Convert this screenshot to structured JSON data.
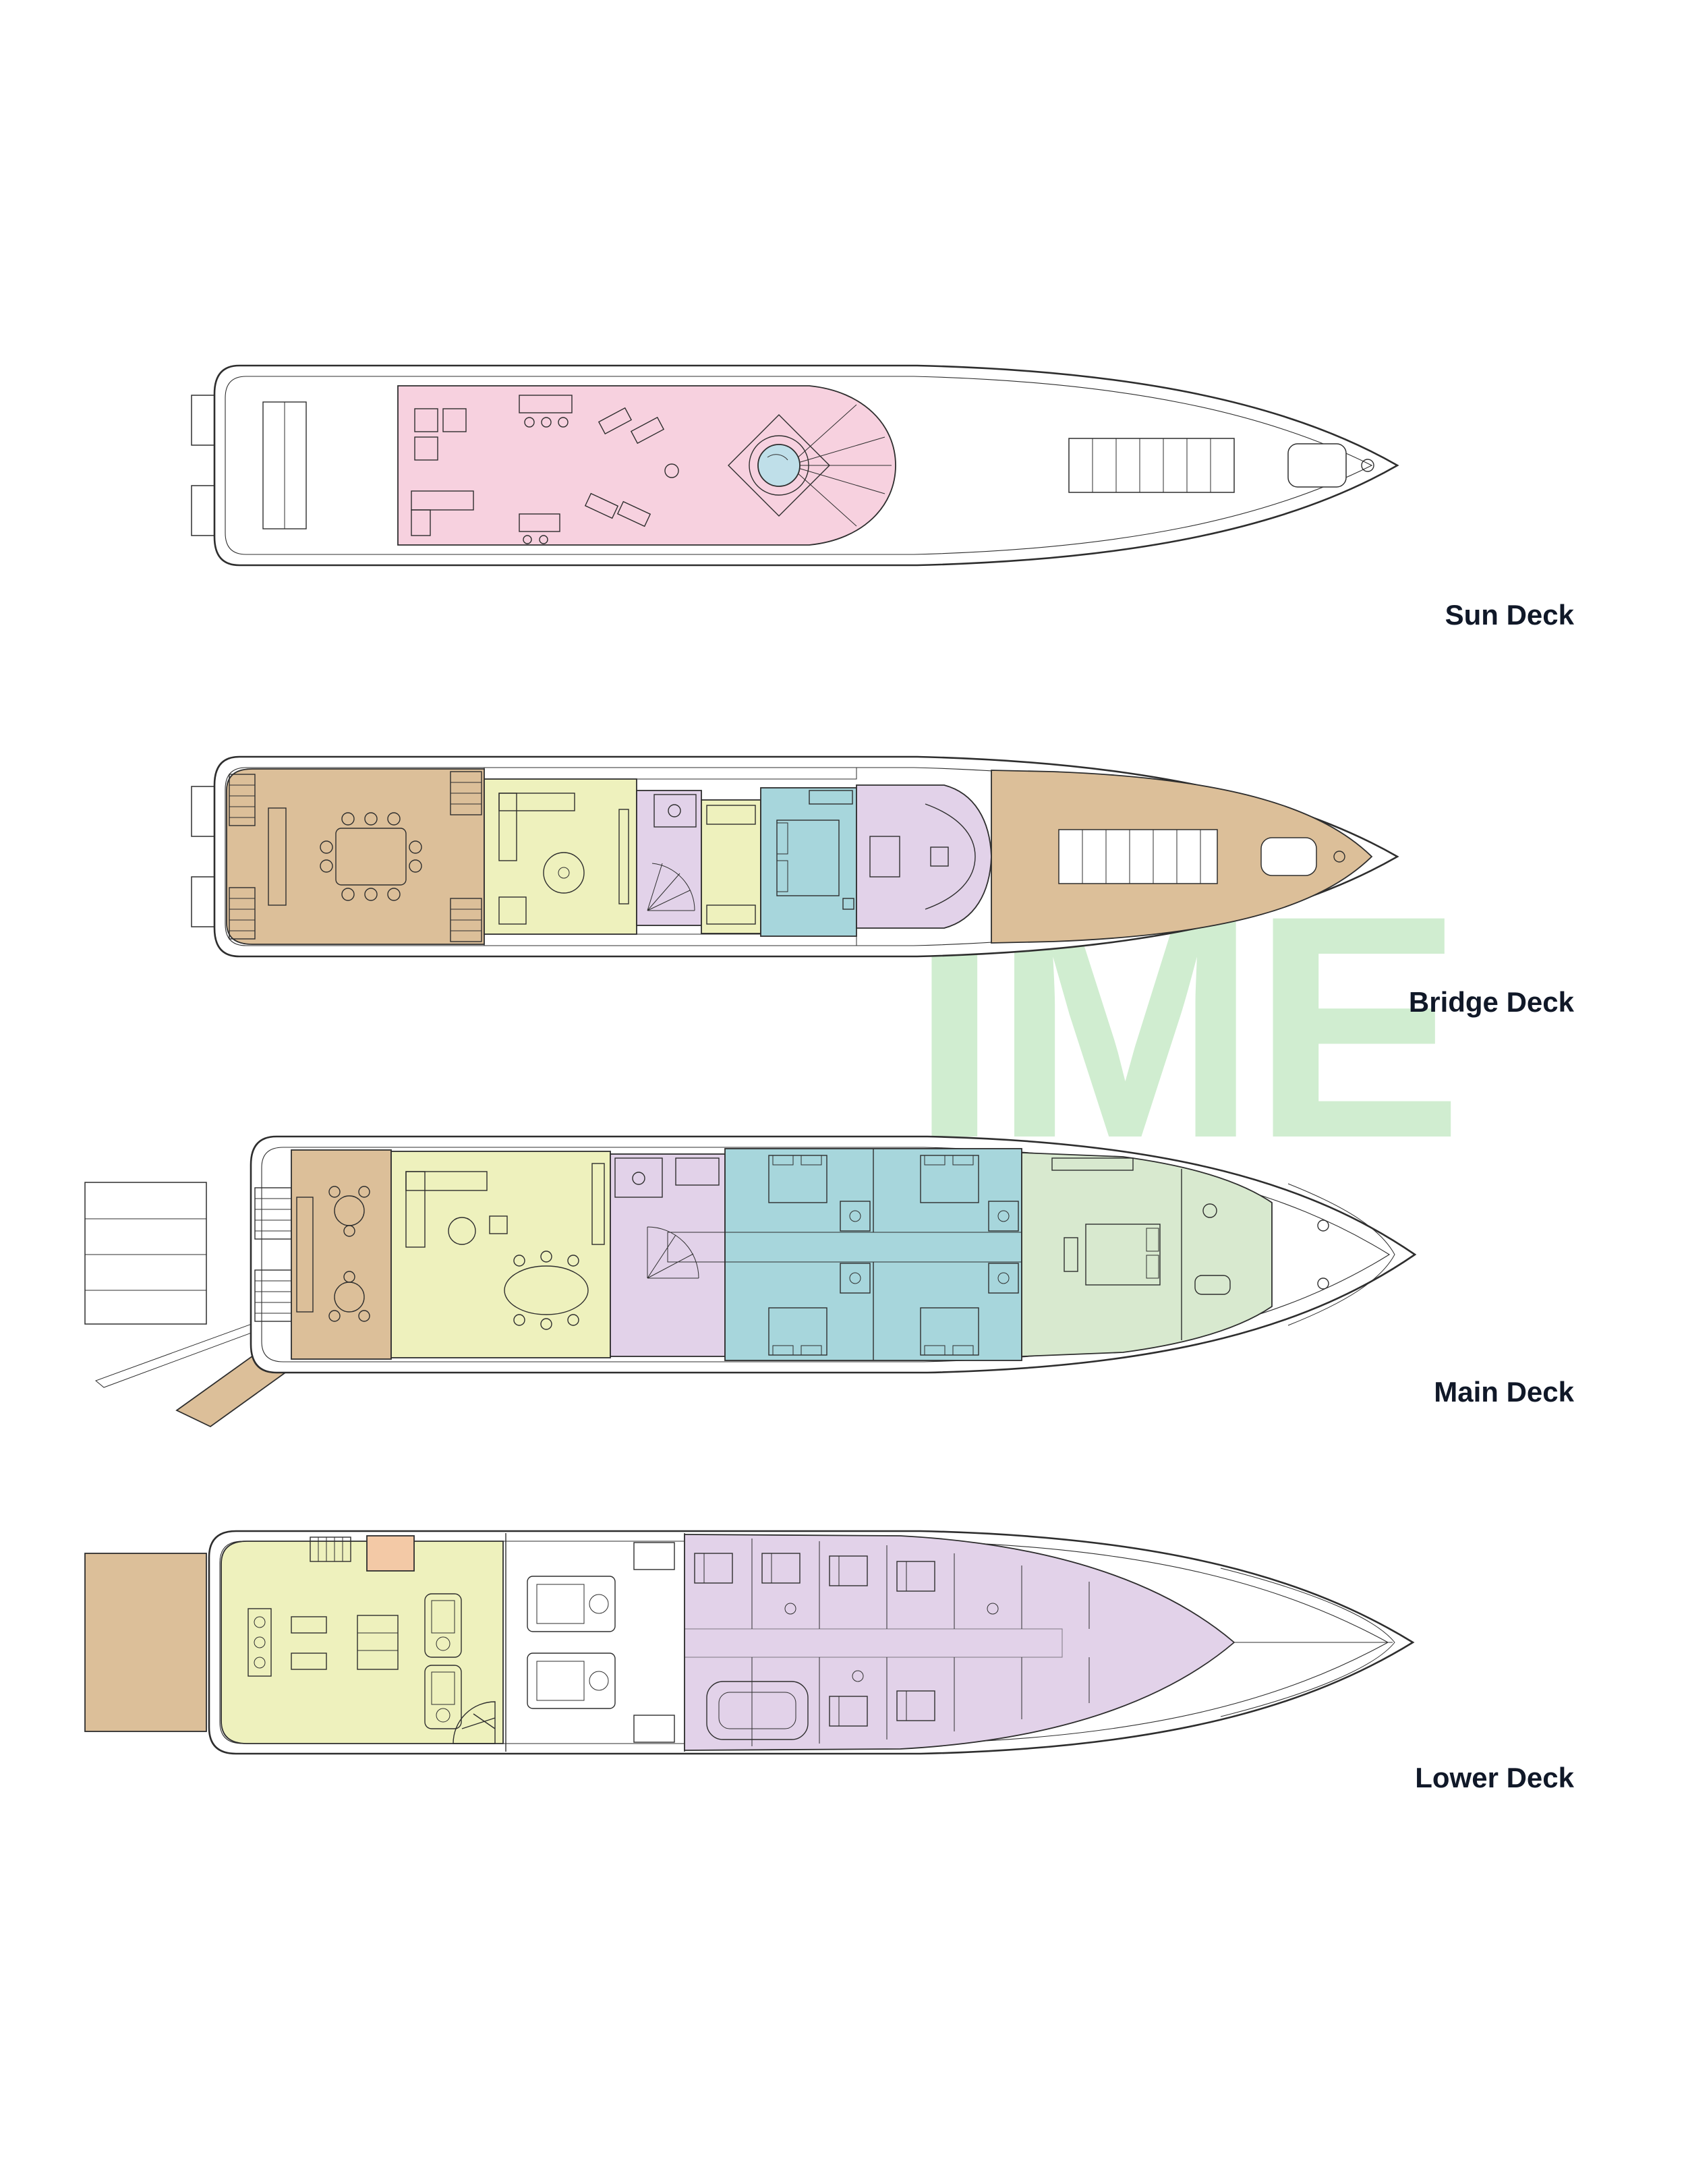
{
  "watermark": {
    "text": "IME"
  },
  "decks": [
    {
      "id": "sun-deck",
      "label": "Sun Deck"
    },
    {
      "id": "bridge-deck",
      "label": "Bridge Deck"
    },
    {
      "id": "main-deck",
      "label": "Main Deck"
    },
    {
      "id": "lower-deck",
      "label": "Lower Deck"
    }
  ],
  "colors": {
    "outline": "#2e2e2e",
    "label_text": "#101828",
    "zone_pink": "#f7d1df",
    "zone_tan": "#dcbf99",
    "zone_yellow": "#eef1bd",
    "zone_blue": "#a7d6dc",
    "zone_purple": "#e2d2e9",
    "zone_green": "#d8e9cf",
    "zone_peach": "#f3c9a6",
    "pool_blue": "#bfdfe9",
    "watermark_green": "#c8ebc8"
  }
}
